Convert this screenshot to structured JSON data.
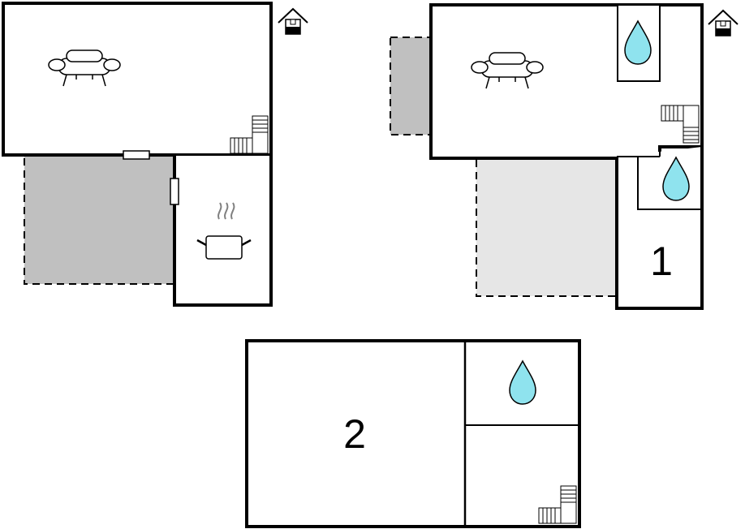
{
  "floors": [
    {
      "id": "ground-floor-left",
      "rooms": [
        {
          "type": "living-room"
        },
        {
          "type": "kitchen"
        }
      ],
      "outdoor": [
        "terrace"
      ]
    },
    {
      "id": "ground-floor-right",
      "rooms": [
        {
          "type": "living-room"
        },
        {
          "type": "bathroom"
        },
        {
          "type": "bathroom"
        },
        {
          "type": "bedroom",
          "number": "1"
        }
      ],
      "outdoor": [
        "terrace",
        "terrace-light"
      ]
    },
    {
      "id": "upper-floor",
      "rooms": [
        {
          "type": "bedroom",
          "number": "2"
        },
        {
          "type": "bathroom"
        },
        {
          "type": "stair-landing"
        }
      ]
    }
  ],
  "room_labels": {
    "bedroom_1": "1",
    "bedroom_2": "2"
  },
  "icons": [
    "sofa-icon",
    "cooking-pot-icon",
    "water-drop-icon",
    "staircase-icon",
    "house-entrance-icon"
  ],
  "colors": {
    "wall": "#000000",
    "terrace": "#c0c0c0",
    "terrace_light": "#e6e6e6",
    "water": "#8fe3ee",
    "floor": "#ffffff"
  }
}
